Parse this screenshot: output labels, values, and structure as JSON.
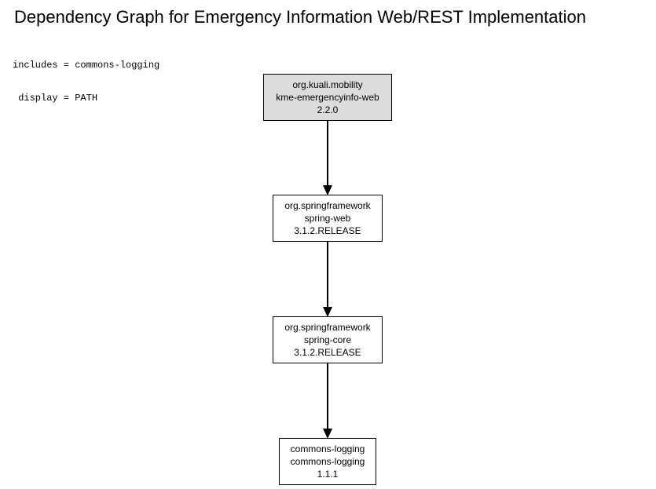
{
  "title": "Dependency Graph for Emergency Information Web/REST Implementation",
  "meta": {
    "line1": "includes = commons-logging",
    "line2": " display = PATH"
  },
  "nodes": [
    {
      "group": "org.kuali.mobility",
      "artifact": "kme-emergencyinfo-web",
      "version": "2.2.0"
    },
    {
      "group": "org.springframework",
      "artifact": "spring-web",
      "version": "3.1.2.RELEASE"
    },
    {
      "group": "org.springframework",
      "artifact": "spring-core",
      "version": "3.1.2.RELEASE"
    },
    {
      "group": "commons-logging",
      "artifact": "commons-logging",
      "version": "1.1.1"
    }
  ],
  "colors": {
    "root_fill": "#dcdcdc",
    "node_fill": "#ffffff",
    "edge": "#000000"
  }
}
